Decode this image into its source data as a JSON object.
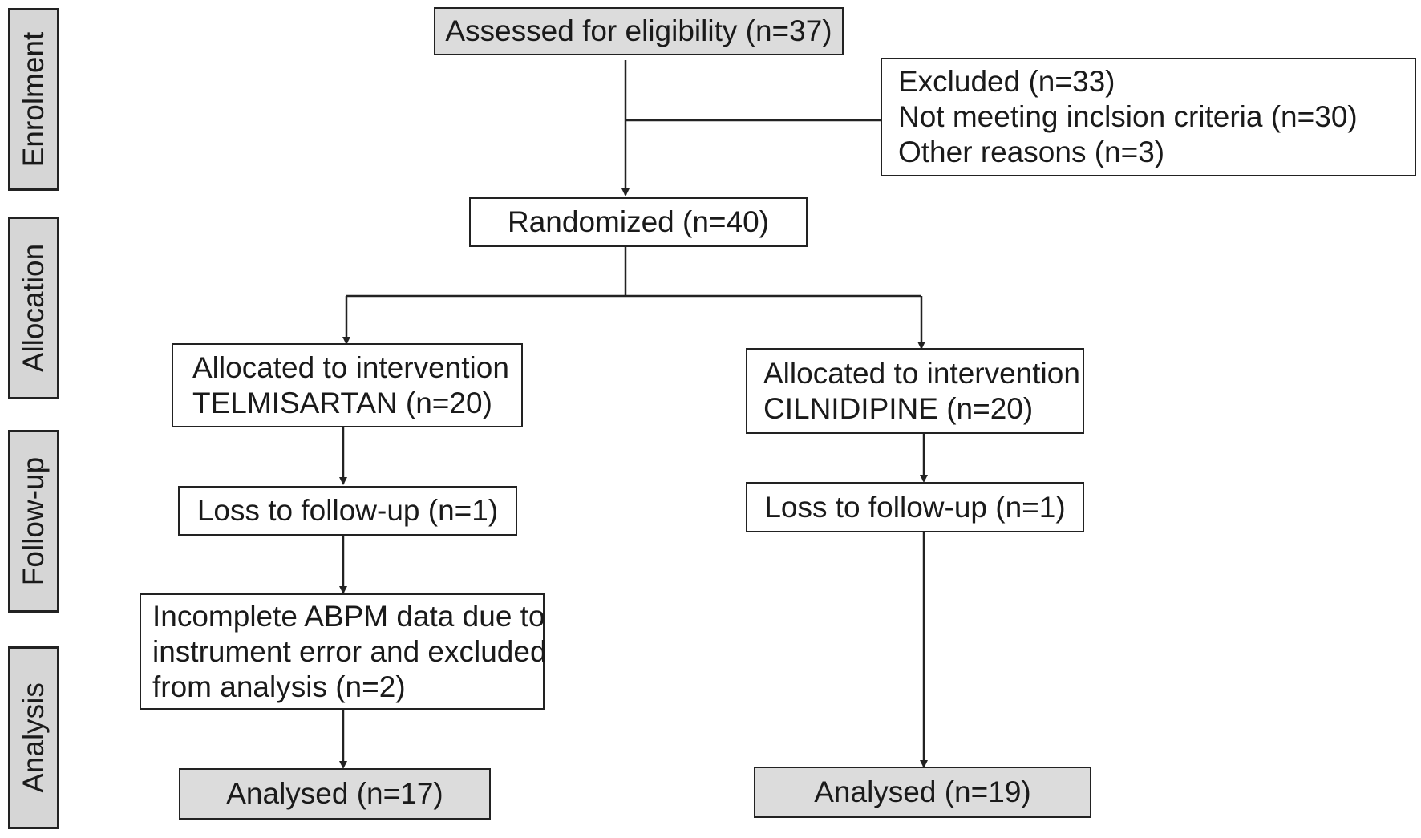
{
  "stages": {
    "enrolment": "Enrolment",
    "allocation": "Allocation",
    "follow_up": "Follow-up",
    "analysis": "Analysis"
  },
  "boxes": {
    "assessed": "Assessed for eligibility (n=37)",
    "excluded": {
      "line1": "Excluded (n=33)",
      "line2": "Not meeting inclsion criteria (n=30)",
      "line3": "Other reasons (n=3)"
    },
    "randomized": "Randomized (n=40)",
    "telmisartan": {
      "alloc_line1": "Allocated to intervention",
      "alloc_line2": "TELMISARTAN (n=20)",
      "loss": "Loss to follow-up (n=1)",
      "incomplete_line1": "Incomplete ABPM data due to",
      "incomplete_line2": "instrument error and excluded",
      "incomplete_line3": "from analysis (n=2)",
      "analysed": "Analysed (n=17)"
    },
    "cilnidipine": {
      "alloc_line1": "Allocated to intervention",
      "alloc_line2": "CILNIDIPINE (n=20)",
      "loss": "Loss to follow-up (n=1)",
      "analysed": "Analysed (n=19)"
    }
  },
  "colors": {
    "grey_fill": "#dcdcdc",
    "stroke": "#222222"
  }
}
